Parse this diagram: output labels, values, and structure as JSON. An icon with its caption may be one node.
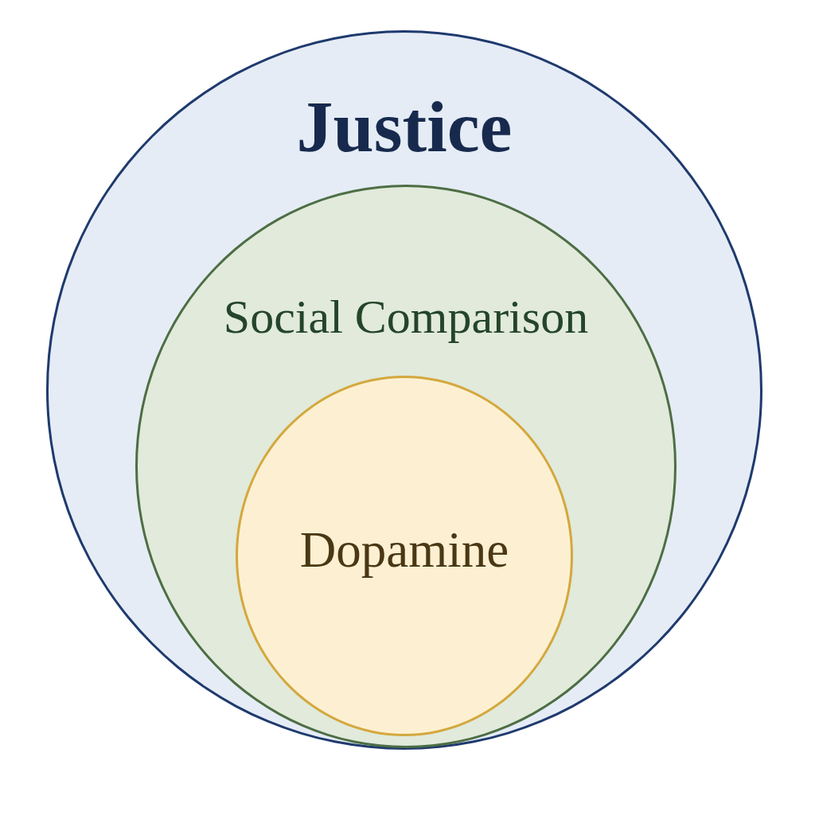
{
  "diagram": {
    "nodes": [
      {
        "text": [
          "Justice"
        ]
      },
      {
        "text": [
          "Social Comparison"
        ],
        "in": 0
      },
      {
        "text": [
          "Dopamine"
        ],
        "in": 1
      }
    ]
  }
}
